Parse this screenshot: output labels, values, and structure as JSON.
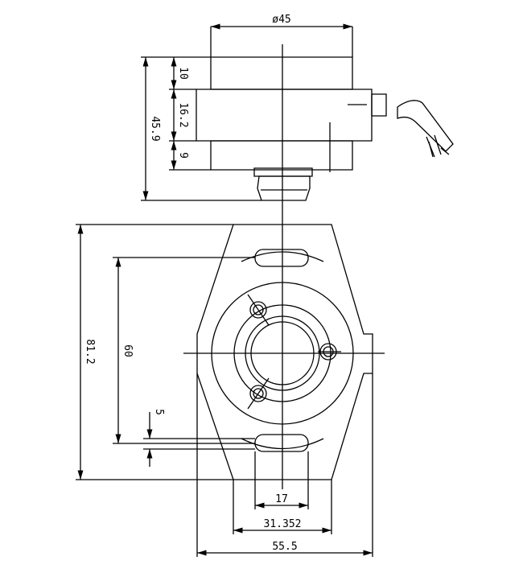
{
  "dimensions": {
    "top_diameter": "ø45",
    "height_top": "10",
    "height_mid": "16.2",
    "height_bottom": "9",
    "height_total": "45.9",
    "overall_height": "81.2",
    "slot_spacing": "60",
    "slot_width": "5",
    "slot_length": "17",
    "base_width": "31.352",
    "overall_width": "55.5"
  }
}
